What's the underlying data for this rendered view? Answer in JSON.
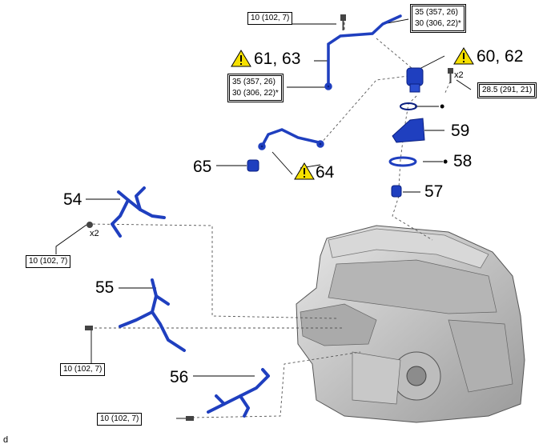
{
  "parts": {
    "p54": "54",
    "p55": "55",
    "p56": "56",
    "p57": "57",
    "p58": "58",
    "p59": "59",
    "p60_62": "60, 62",
    "p61_63": "61, 63",
    "p64": "64",
    "p65": "65"
  },
  "torques": {
    "t_top_bolt": "10 (102, 7)",
    "t_top_right_line1": "35 (357, 26)",
    "t_top_right_line2": "30 (306, 22)*",
    "t_left_line1": "35 (357, 26)",
    "t_left_line2": "30 (306, 22)*",
    "t_right": "28.5 (291, 21)",
    "t_54": "10 (102, 7)",
    "t_55": "10 (102, 7)",
    "t_56": "10 (102, 7)"
  },
  "qty": {
    "x2_right": "x2",
    "x2_left": "x2"
  },
  "markers": {
    "bullet_o_ring": "•",
    "bullet_58": "•"
  },
  "corner_code": "d",
  "colors": {
    "part_blue": "#1f3fbf",
    "part_blue_dark": "#0a1f80",
    "engine_gray": "#c9c9c9",
    "engine_dark": "#6b6b6b",
    "warning_yellow": "#f6e000"
  },
  "icons": {
    "warning": "warning-triangle-icon"
  }
}
